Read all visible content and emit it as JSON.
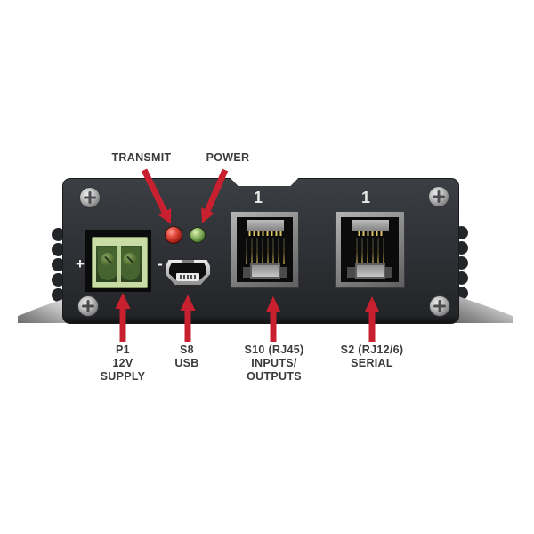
{
  "page": {
    "background": "#ffffff",
    "description": "Annotated front-panel connector diagram of an I/O device"
  },
  "colors": {
    "arrow_red": "#c8202f",
    "panel_dark": "#2e3135",
    "led_red": "#c0392b",
    "led_green": "#76a153",
    "terminal_green": "#c9dca6",
    "label_text": "#3b3b3b",
    "port_number_white": "#e9e9e9"
  },
  "top_callouts": [
    {
      "label": "TRANSMIT",
      "target": "transmit-led"
    },
    {
      "label": "POWER",
      "target": "power-led"
    }
  ],
  "panel": {
    "terminal_plus": "+",
    "terminal_minus": "-",
    "s10_port_number": "1",
    "s2_port_number": "1"
  },
  "bottom_callouts": [
    {
      "lines": [
        "P1",
        "12V",
        "SUPPLY"
      ]
    },
    {
      "lines": [
        "S8",
        "USB"
      ]
    },
    {
      "lines": [
        "S10 (RJ45)",
        "INPUTS/",
        "OUTPUTS"
      ]
    },
    {
      "lines": [
        "S2 (RJ12/6)",
        "SERIAL"
      ]
    }
  ]
}
